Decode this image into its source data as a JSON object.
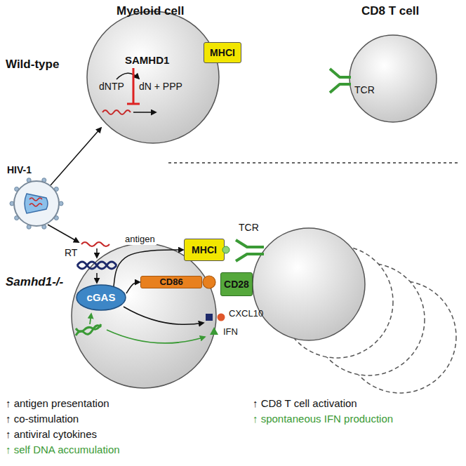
{
  "diagram": {
    "nodes": [
      {
        "text": [
          "SAMHD1",
          "dNTP",
          "dN + PPP"
        ]
      },
      {
        "text": [
          "MHCI"
        ]
      },
      {
        "text": [
          "cGAS"
        ]
      },
      {
        "text": [
          "MHCI"
        ]
      },
      {
        "text": [
          "CD86"
        ]
      },
      {
        "text": [
          "CD28"
        ]
      }
    ],
    "edges": [
      {
        "from": 2,
        "to": 3,
        "arrow": "to",
        "label": "antigen"
      },
      {
        "from": 2,
        "to": 4,
        "arrow": "to"
      }
    ],
    "labels": [
      "Myeloid cell",
      "CD8 T cell",
      "Wild-type",
      "TCR",
      "HIV-1",
      "Samhd1-/-",
      "RT",
      "TCR",
      "CXCL10",
      "IFN",
      "↑ antigen presentation",
      "↑ co-stimulation",
      "↑ antiviral cytokines",
      "↑ self DNA accumulation",
      "↑ CD8 T cell activation",
      "↑ spontaneous IFN production"
    ]
  }
}
